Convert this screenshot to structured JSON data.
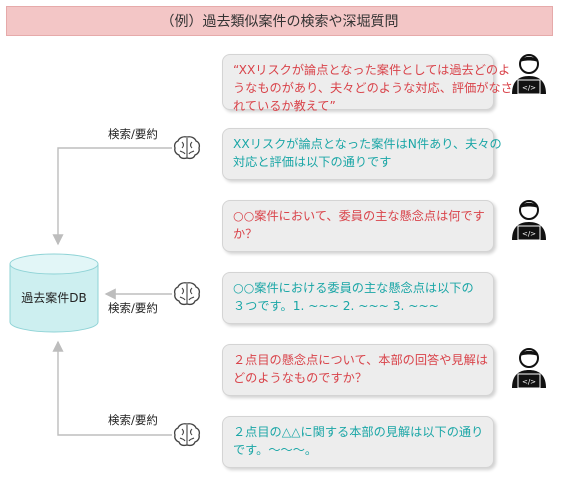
{
  "title": "（例）過去類似案件の検索や深堀質問",
  "database": {
    "label": "過去案件DB"
  },
  "search_labels": [
    "検索/要約",
    "検索/要約",
    "検索/要約"
  ],
  "messages": [
    {
      "role": "user",
      "lines": [
        "“XXリスクが論点となった案件としては過去どのよ",
        "うなものがあり、夫々どのような対応、評価がなさ",
        "れているか教えて”"
      ]
    },
    {
      "role": "ai",
      "lines": [
        "XXリスクが論点となった案件はN件あり、夫々の",
        "対応と評価は以下の通りです"
      ]
    },
    {
      "role": "user",
      "lines": [
        "○○案件において、委員の主な懸念点は何です",
        "か？"
      ]
    },
    {
      "role": "ai",
      "lines": [
        "○○案件における委員の主な懸念点は以下の",
        "３つです。1. ~~~ 2. ~~~ 3. ~~~"
      ]
    },
    {
      "role": "user",
      "lines": [
        "２点目の懸念点について、本部の回答や見解は",
        "どのようなものですか？"
      ]
    },
    {
      "role": "ai",
      "lines": [
        "２点目の△△に関する本部の見解は以下の通り",
        "です。～～～。"
      ]
    }
  ],
  "icons": {
    "user": "user-laptop-icon",
    "ai": "brain-icon",
    "db": "database-icon"
  },
  "colors": {
    "question": "#d9434a",
    "answer": "#1aa6a6",
    "title_bg": "#f3c6c6",
    "bubble_bg": "#ededed",
    "db_fill": "#cdeff0"
  }
}
